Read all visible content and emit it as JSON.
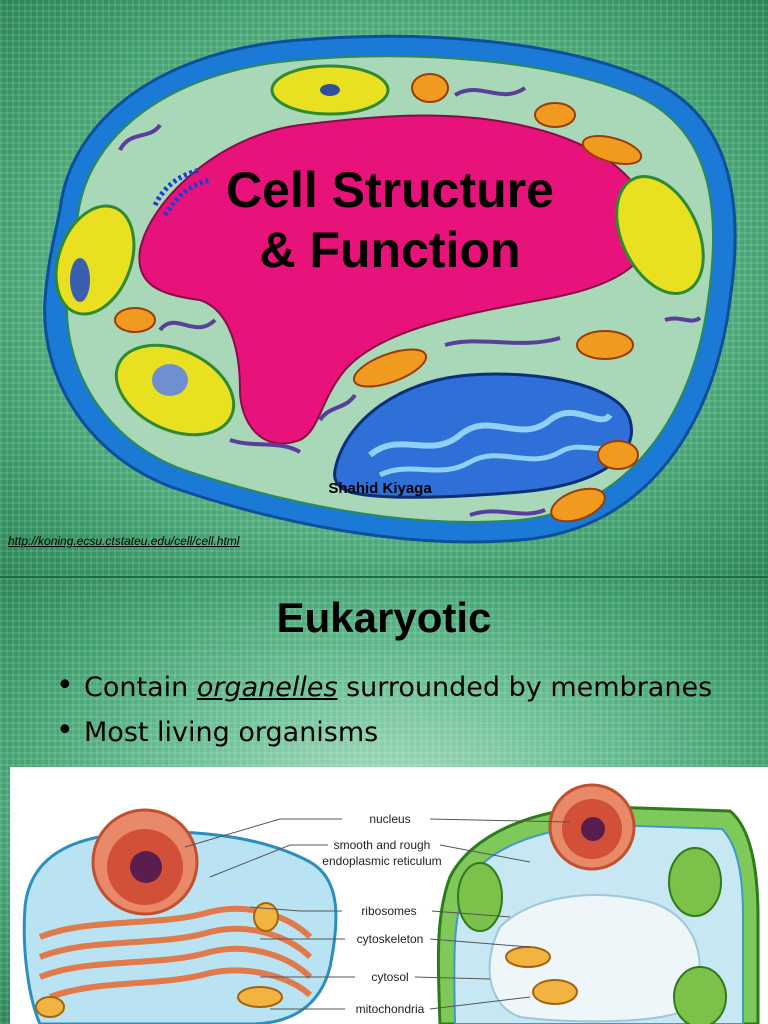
{
  "slide1": {
    "title_line1": "Cell Structure",
    "title_line2": "& Function",
    "author": "Shahid Kiyaga",
    "source_url": "http://koning.ecsu.ctstateu.edu/cell/cell.html"
  },
  "slide2": {
    "title": "Eukaryotic",
    "bullet1_pre": "Contain ",
    "bullet1_em": "organelles",
    "bullet1_post": " surrounded by membranes",
    "bullet2": "Most living organisms"
  },
  "figure": {
    "labels": {
      "nucleus": "nucleus",
      "er": "smooth and rough endoplasmic reticulum",
      "ribosomes": "ribosomes",
      "cytoskeleton": "cytoskeleton",
      "cytosol": "cytosol",
      "mitochondria": "mitochondria"
    }
  },
  "colors": {
    "slide_background": "#3e9e6c",
    "cell_wall": "#1a7ad6",
    "cytoplasm": "#a8d8b8",
    "vacuole": "#e8137a",
    "nucleus": "#2f6fd8",
    "chloroplast": "#e8e020",
    "mitochondria": "#f09a20"
  }
}
